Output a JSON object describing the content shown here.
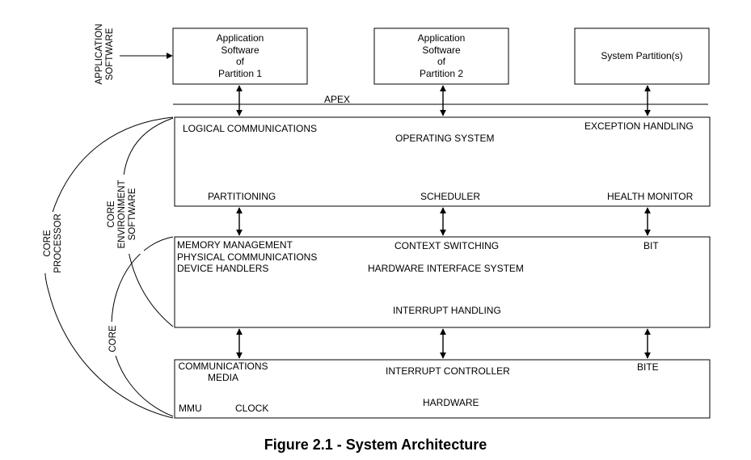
{
  "diagram": {
    "app_boxes": [
      {
        "lines": [
          "Application",
          "Software",
          "of",
          "Partition 1"
        ]
      },
      {
        "lines": [
          "Application",
          "Software",
          "of",
          "Partition 2"
        ]
      },
      {
        "lines": [
          "System Partition(s)"
        ]
      }
    ],
    "apex_label": "APEX",
    "os_layer": {
      "logical_communications": "LOGICAL COMMUNICATIONS",
      "operating_system": "OPERATING SYSTEM",
      "exception_handling": "EXCEPTION HANDLING",
      "partitioning": "PARTITIONING",
      "scheduler": "SCHEDULER",
      "health_monitor": "HEALTH MONITOR"
    },
    "hw_interface_layer": {
      "memory_management": "MEMORY MANAGEMENT",
      "physical_communications": "PHYSICAL COMMUNICATIONS",
      "device_handlers": "DEVICE HANDLERS",
      "context_switching": "CONTEXT SWITCHING",
      "hardware_interface_system": "HARDWARE INTERFACE SYSTEM",
      "bit": "BIT",
      "interrupt_handling": "INTERRUPT HANDLING"
    },
    "hardware_layer": {
      "communications": "COMMUNICATIONS",
      "media": "MEDIA",
      "interrupt_controller": "INTERRUPT CONTROLLER",
      "bite": "BITE",
      "hardware": "HARDWARE",
      "mmu": "MMU",
      "clock": "CLOCK"
    },
    "side_labels": {
      "application_software": [
        "APPLICATION",
        "SOFTWARE"
      ],
      "core_environment_software": [
        "CORE",
        "ENVIRONMENT",
        "SOFTWARE"
      ],
      "core_processor": [
        "CORE",
        "PROCESSOR"
      ],
      "core": "CORE"
    },
    "caption": "Figure 2.1 - System Architecture"
  }
}
